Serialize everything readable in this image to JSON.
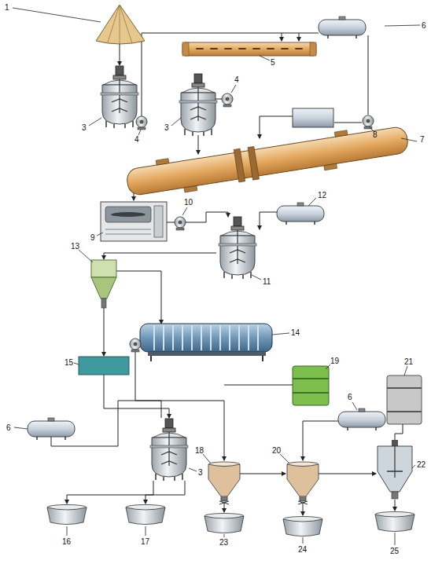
{
  "diagram": {
    "labels": [
      "1",
      "6",
      "5",
      "3",
      "4",
      "3",
      "4",
      "8",
      "7",
      "9",
      "10",
      "12",
      "11",
      "13",
      "15",
      "14",
      "6",
      "3",
      "16",
      "17",
      "19",
      "21",
      "6",
      "18",
      "20",
      "22",
      "23",
      "24",
      "25"
    ]
  }
}
